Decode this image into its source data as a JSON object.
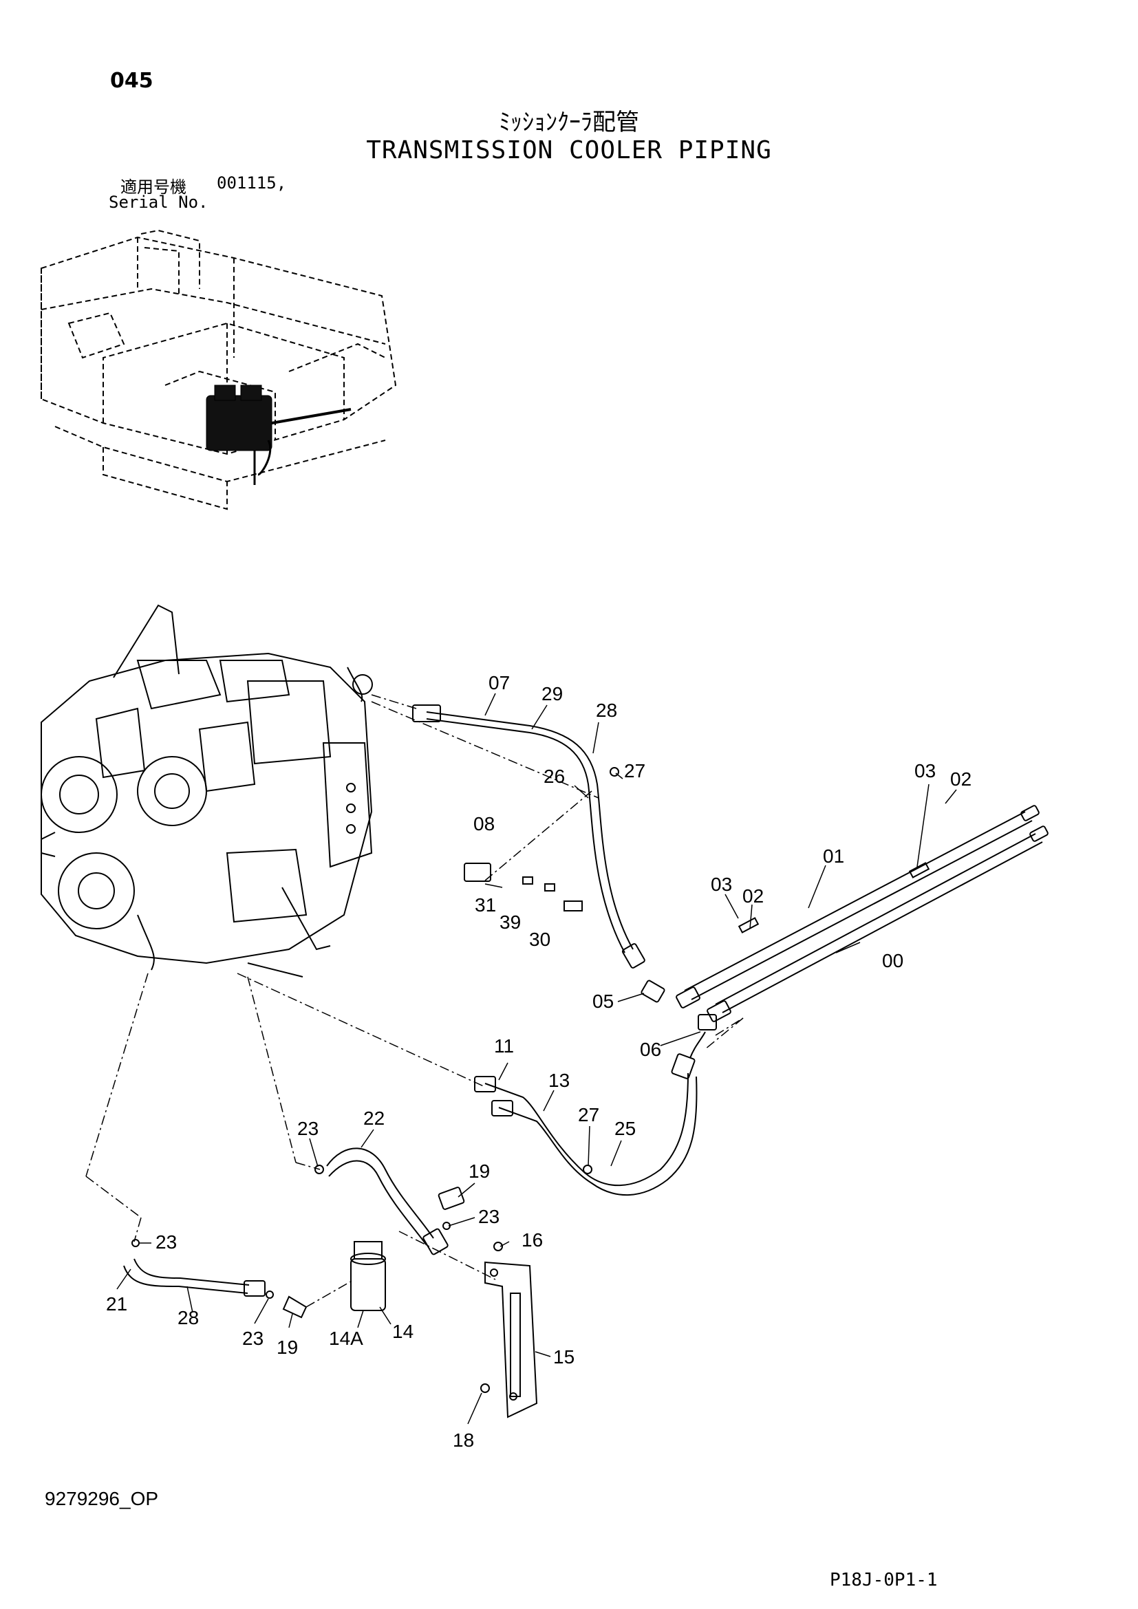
{
  "header": {
    "page_number": "045",
    "title_jp": "ﾐｯｼｮﾝｸｰﾗ配管",
    "title_en": "TRANSMISSION COOLER PIPING",
    "serial_label_jp": "適用号機",
    "serial_value": "001115,",
    "serial_label_en": "Serial No."
  },
  "callouts": {
    "c07": "07",
    "c29": "29",
    "c28a": "28",
    "c27a": "27",
    "c26": "26",
    "c03a": "03",
    "c02a": "02",
    "c08": "08",
    "c01": "01",
    "c03b": "03",
    "c02b": "02",
    "c31": "31",
    "c39": "39",
    "c30": "30",
    "c00": "00",
    "c05": "05",
    "c06": "06",
    "c11": "11",
    "c13": "13",
    "c27b": "27",
    "c25": "25",
    "c23a": "23",
    "c22": "22",
    "c19a": "19",
    "c23b": "23",
    "c16": "16",
    "c23c": "23",
    "c21": "21",
    "c28b": "28",
    "c23d": "23",
    "c19b": "19",
    "c14A": "14A",
    "c14": "14",
    "c15": "15",
    "c18": "18"
  },
  "footer": {
    "drawing_code": "9279296_OP",
    "sheet_code": "P18J-0P1-1"
  }
}
